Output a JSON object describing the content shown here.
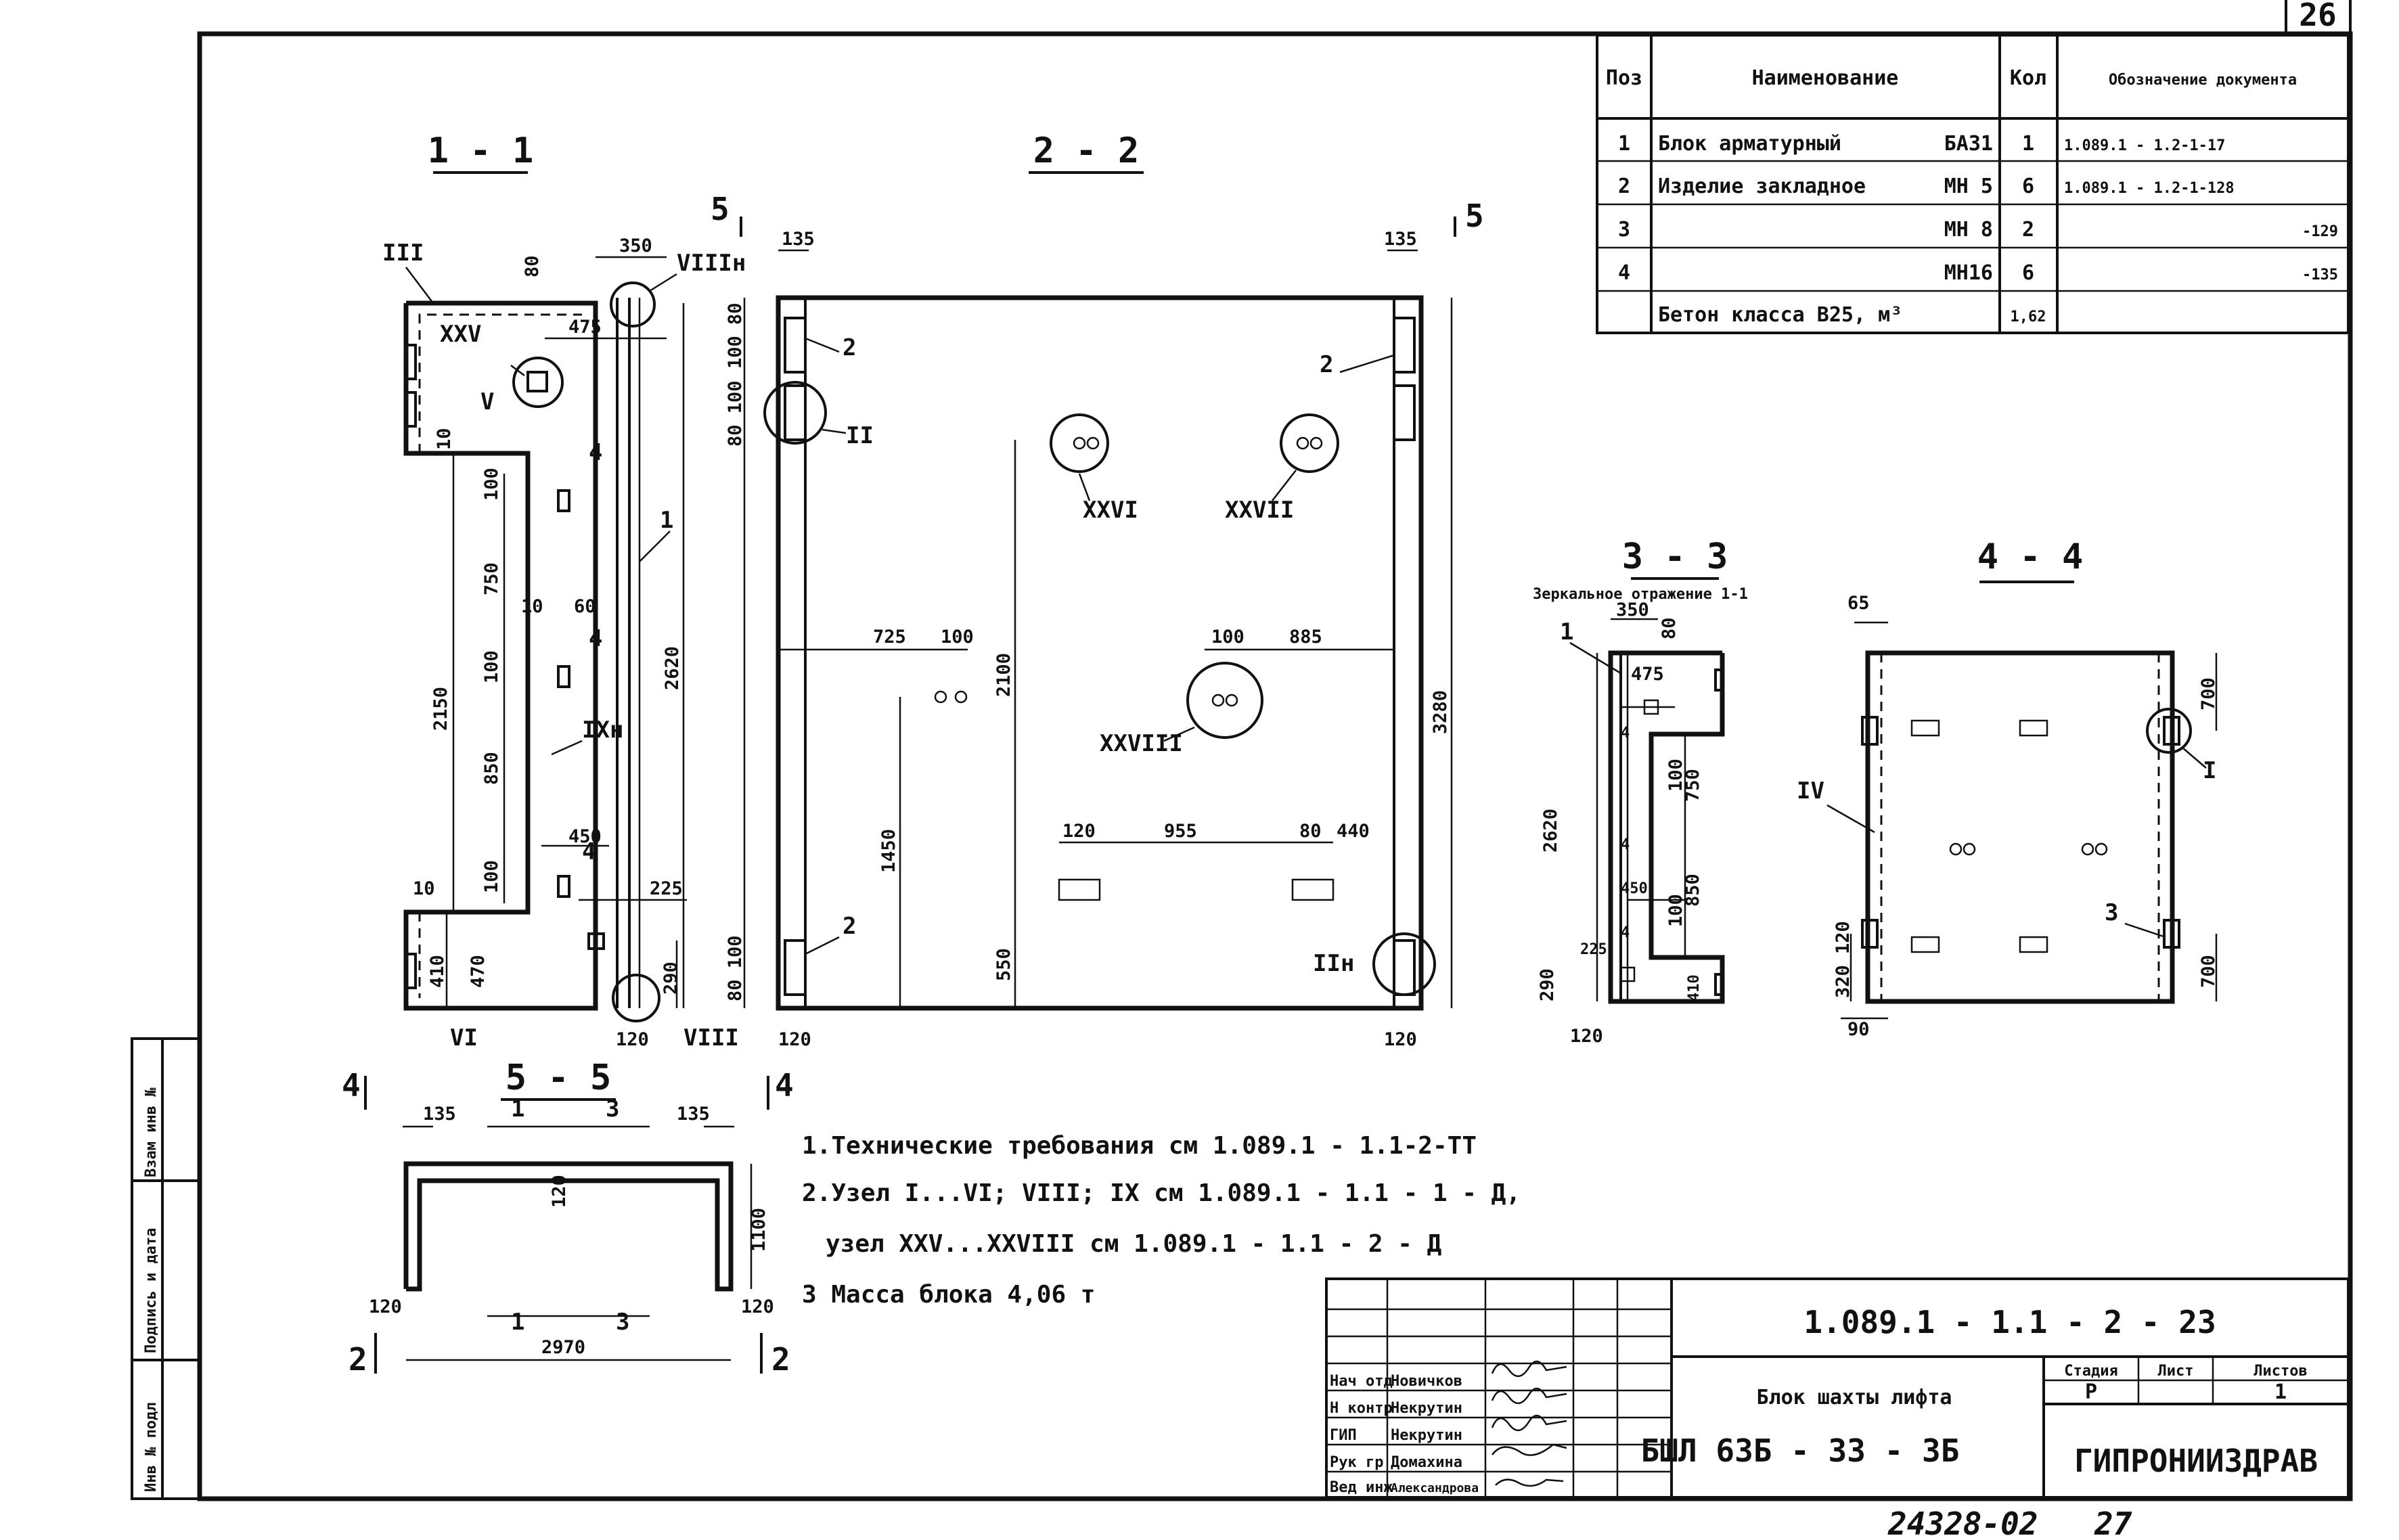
{
  "page_number": "26",
  "spec_table": {
    "headers": {
      "pos": "Поз",
      "name": "Наименование",
      "qty": "Кол",
      "doc": "Обозначение документа"
    },
    "rows": [
      {
        "pos": "1",
        "name": "Блок арматурный",
        "mark": "БА31",
        "qty": "1",
        "doc": "1.089.1 - 1.2-1-17"
      },
      {
        "pos": "2",
        "name": "Изделие закладное",
        "mark": "МН 5",
        "qty": "6",
        "doc": "1.089.1 - 1.2-1-128"
      },
      {
        "pos": "3",
        "name": "",
        "mark": "МН 8",
        "qty": "2",
        "doc": "-129"
      },
      {
        "pos": "4",
        "name": "",
        "mark": "МН16",
        "qty": "6",
        "doc": "-135"
      },
      {
        "pos": "",
        "name": "Бетон класса В25, м³",
        "mark": "",
        "qty": "1,62",
        "doc": ""
      }
    ]
  },
  "sections": {
    "s11": "1 - 1",
    "s22": "2 - 2",
    "s33": "3 - 3",
    "s33_note": "Зеркальное отражение 1-1",
    "s44": "4 - 4",
    "s55": "5 - 5"
  },
  "cut_marks": {
    "five": "5",
    "four": "4",
    "two": "2"
  },
  "dims_11": {
    "d350": "350",
    "d80": "80",
    "d475": "475",
    "d10a": "10",
    "d100a": "100",
    "d750": "750",
    "d10b": "10",
    "d60": "60",
    "d100b": "100",
    "d2150": "2150",
    "d2620": "2620",
    "d850": "850",
    "d450": "450",
    "d100c": "100",
    "d225": "225",
    "d10c": "10",
    "d410": "410",
    "d470": "470",
    "d290": "290",
    "d120": "120"
  },
  "nodes_11": {
    "III": "III",
    "XXV": "XXV",
    "VIIIn": "VIIIн",
    "V": "V",
    "IXn": "IXн",
    "VI": "VI",
    "VIII": "VIII"
  },
  "pos_11": {
    "p1": "1",
    "p4a": "4",
    "p4b": "4",
    "p4c": "4"
  },
  "dims_22": {
    "d135a": "135",
    "d135b": "135",
    "d100_80a": "100 80",
    "d80_100a": "80 100",
    "d80_100b": "80 100",
    "d725": "725",
    "d100a": "100",
    "d2100": "2100",
    "d100b": "100",
    "d885": "885",
    "d3280": "3280",
    "d1450": "1450",
    "d120a": "120",
    "d955": "955",
    "d80": "80",
    "d440": "440",
    "d550": "550",
    "d120b": "120",
    "d120c": "120"
  },
  "nodes_22": {
    "II": "II",
    "XXVI": "XXVI",
    "XXVII": "XXVII",
    "XXVIII": "XXVIII",
    "IIn": "IIн"
  },
  "pos_22": {
    "p2a": "2",
    "p2b": "2",
    "p2c": "2"
  },
  "dims_33": {
    "d350": "350",
    "d80": "80",
    "d475": "475",
    "d2620": "2620",
    "d100": "100",
    "d750": "750",
    "d450": "450",
    "d100b": "100",
    "d850": "850",
    "d225": "225",
    "d410": "410",
    "d290": "290",
    "d120": "120"
  },
  "pos_33": {
    "p1": "1",
    "p4a": "4",
    "p4b": "4",
    "p4c": "4"
  },
  "dims_44": {
    "d65": "65",
    "d700a": "700",
    "d700b": "700",
    "d120": "120",
    "d320": "320",
    "d90": "90"
  },
  "nodes_44": {
    "IV": "IV",
    "I": "I"
  },
  "pos_44": {
    "p3": "3"
  },
  "dims_55": {
    "d135a": "135",
    "d135b": "135",
    "d120a": "120",
    "d1100": "1100",
    "d120b": "120",
    "d120c": "120",
    "d2970": "2970"
  },
  "pos_55": {
    "p1a": "1",
    "p3a": "3",
    "p1b": "1",
    "p3b": "3"
  },
  "notes": {
    "n1": "1.Технические требования см 1.089.1 - 1.1-2-ТТ",
    "n2": "2.Узел I...VI; VIII; IX  см 1.089.1 - 1.1 - 1 - Д,",
    "n2b": "узел XXV...XXVIII см 1.089.1 - 1.1 - 2 - Д",
    "n3": "3 Масса блока 4,06 т"
  },
  "title_block": {
    "doc_code": "1.089.1 - 1.1 - 2 - 23",
    "title": "Блок шахты лифта",
    "mark": "БШЛ 63Б - 33 - 3Б",
    "org": "ГИПРОНИИЗДРАВ",
    "stage_h": "Стадия",
    "sheet_h": "Лист",
    "sheets_h": "Листов",
    "stage": "Р",
    "sheet": "",
    "sheets": "1",
    "roles": [
      {
        "role": "Нач отд",
        "name": "Новичков"
      },
      {
        "role": "Н контр",
        "name": "Некрутин"
      },
      {
        "role": "ГИП",
        "name": "Некрутин"
      },
      {
        "role": "Рук гр",
        "name": "Домахина"
      },
      {
        "role": "Вед инж",
        "name": "Александрова"
      }
    ]
  },
  "side_stamp": {
    "a": "Взам инв №",
    "b": "Подпись и дата",
    "c": "Инв № подл"
  },
  "footer_number": "24328-02",
  "footer_right": "27"
}
